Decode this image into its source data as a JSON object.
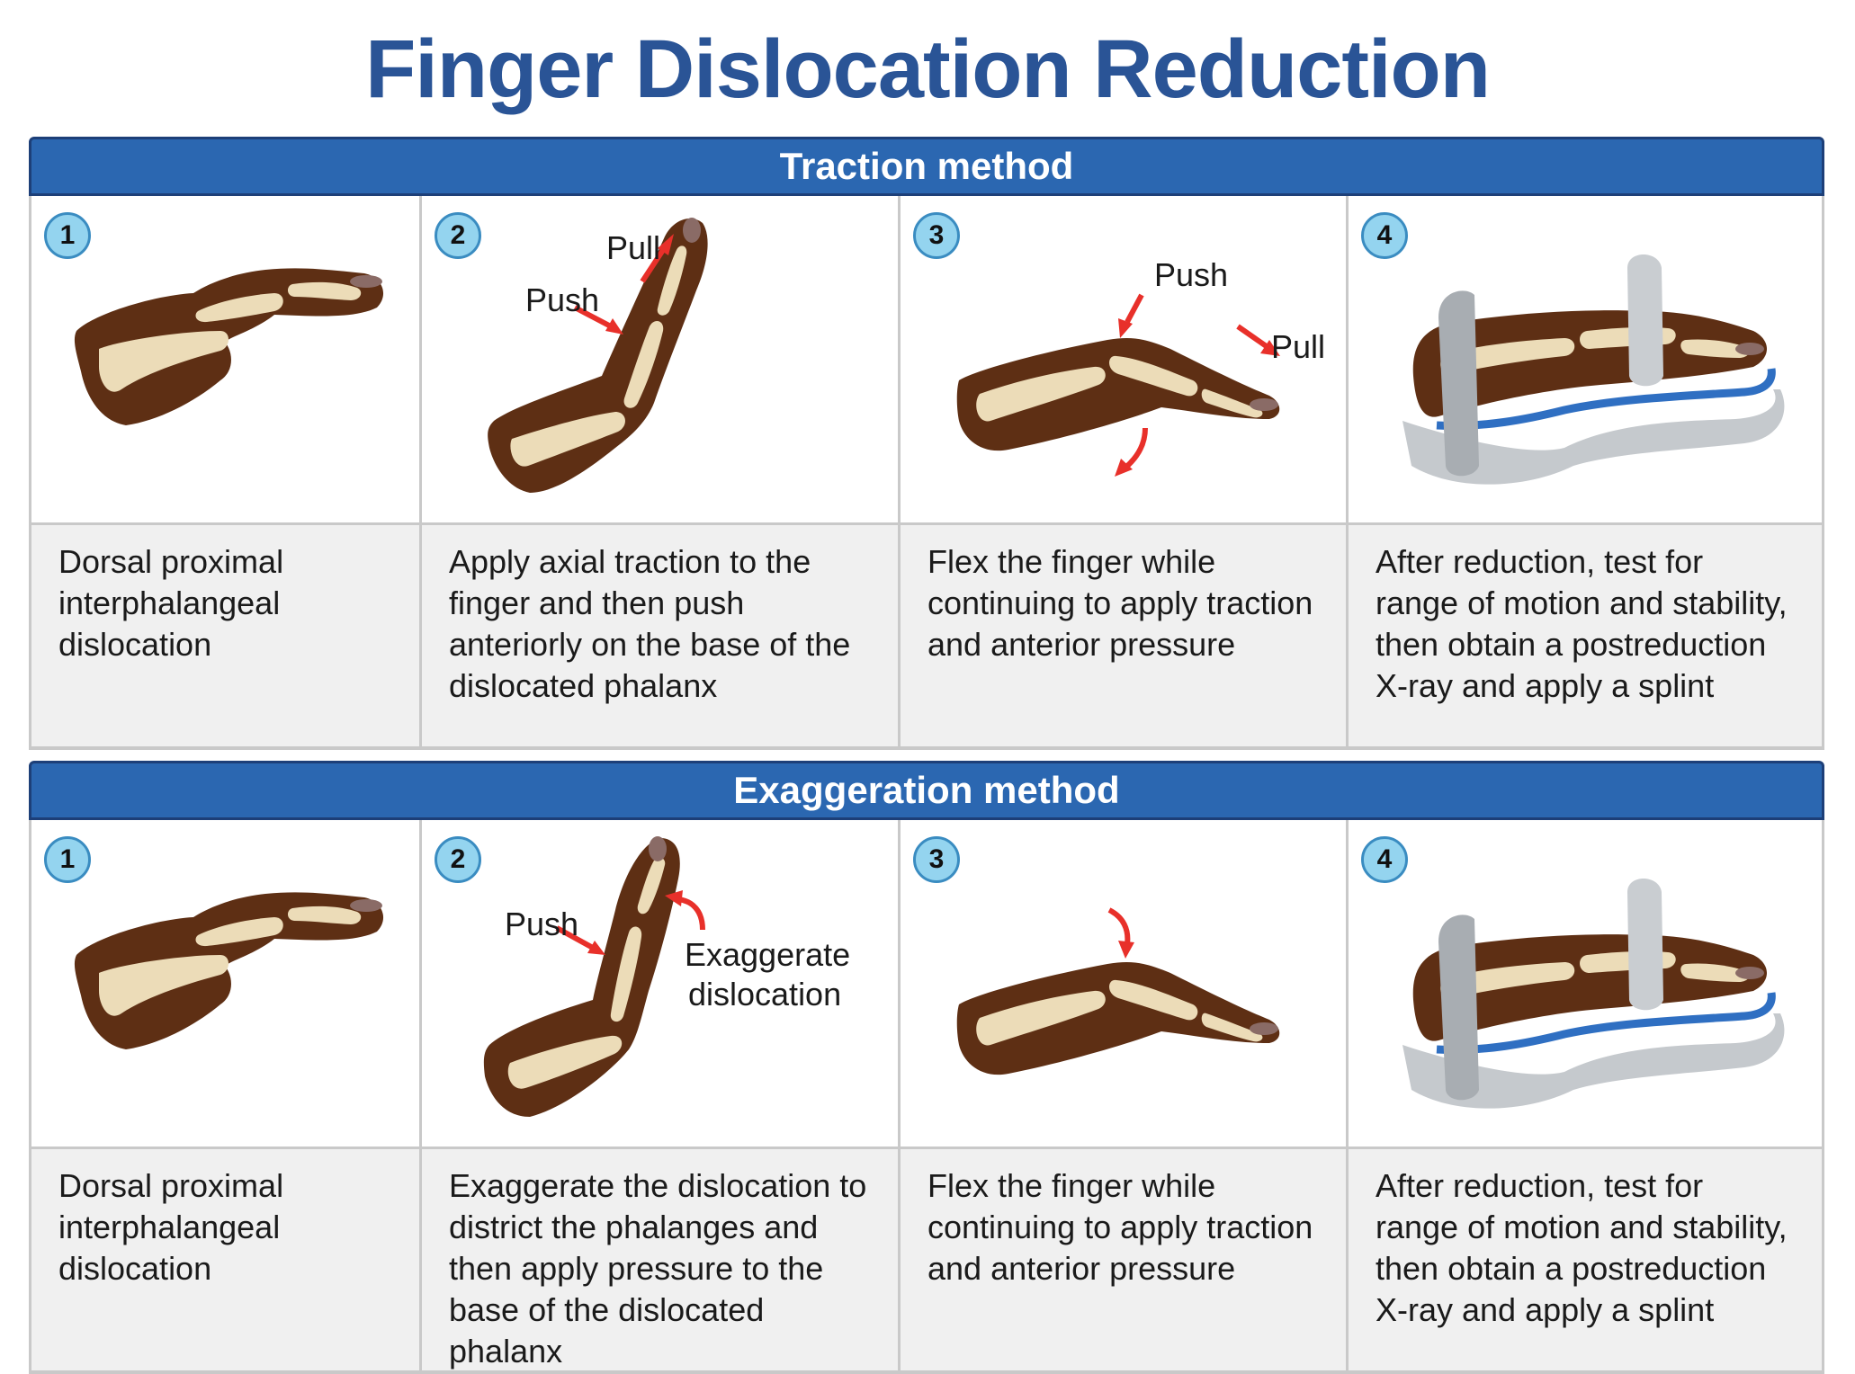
{
  "title": "Finger Dislocation Reduction",
  "sections": [
    {
      "header": "Traction method",
      "steps": [
        {
          "number": "1",
          "text": "Dorsal proximal interphalangeal dislocation",
          "labels": []
        },
        {
          "number": "2",
          "text": "Apply axial traction to the finger and then push anteriorly on the base of the dislocated phalanx",
          "labels": [
            "Pull",
            "Push"
          ]
        },
        {
          "number": "3",
          "text": "Flex the finger while continuing to apply traction and anterior pressure",
          "labels": [
            "Push",
            "Pull"
          ]
        },
        {
          "number": "4",
          "text": "After reduction, test for range of motion and stability, then obtain a postreduction X-ray and apply a splint",
          "labels": []
        }
      ]
    },
    {
      "header": "Exaggeration method",
      "steps": [
        {
          "number": "1",
          "text": "Dorsal proximal interphalangeal dislocation",
          "labels": []
        },
        {
          "number": "2",
          "text": "Exaggerate the dislocation to district the phalanges and then apply pressure to the base of the dislocated phalanx",
          "labels": [
            "Push",
            "Exaggerate",
            "dislocation"
          ]
        },
        {
          "number": "3",
          "text": "Flex the finger while continuing to apply traction and anterior pressure",
          "labels": []
        },
        {
          "number": "4",
          "text": "After reduction, test for range of motion and stability, then obtain a postreduction X-ray and apply a splint",
          "labels": []
        }
      ]
    }
  ],
  "colors": {
    "title": "#2a5496",
    "header_bg": "#2b67b1",
    "skin": "#5e2f14",
    "bone": "#ecdcb8",
    "nail": "#8a6b66",
    "arrow": "#e8302a",
    "splint": "#b8bcc0",
    "splint_pad": "#2f6fc2",
    "step_badge": "#94d4ef"
  },
  "icons": [
    "finger-illustration",
    "red-arrow-icon",
    "splint-illustration"
  ]
}
